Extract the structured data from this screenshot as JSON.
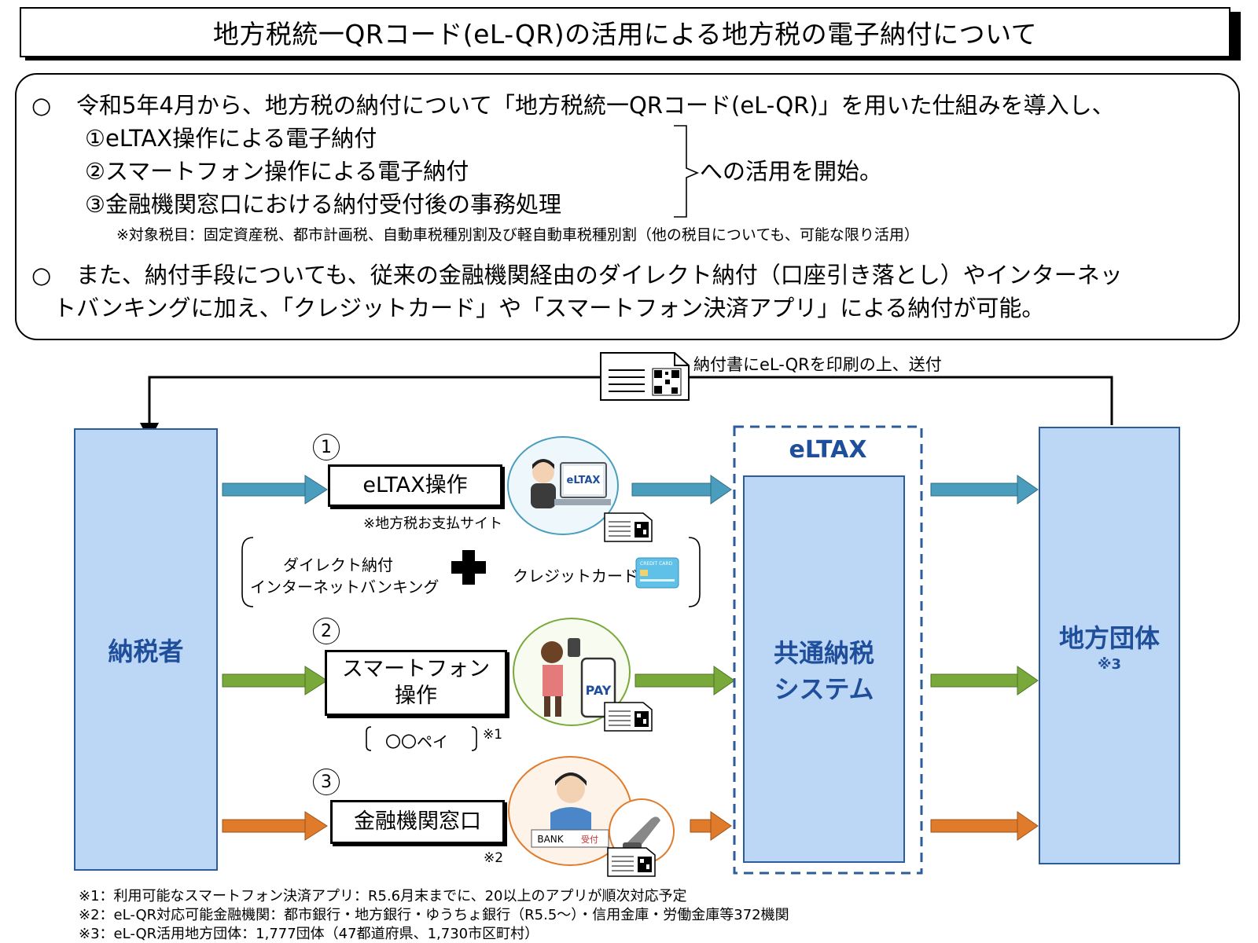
{
  "title": "地方税統一QRコード(eL-QR)の活用による地方税の電子納付について",
  "summary": {
    "bullet": "○",
    "line1": "令和5年4月から、地方税の納付について「地方税統一QRコード(eL-QR)」を用いた仕組みを導入し、",
    "items": [
      "①eLTAX操作による電子納付",
      "②スマートフォン操作による電子納付",
      "③金融機関窓口における納付受付後の事務処理"
    ],
    "items_suffix": "への活用を開始。",
    "note": "※対象税目：固定資産税、都市計画税、自動車税種別割及び軽自動車税種別割（他の税目についても、可能な限り活用）",
    "line2a": "また、納付手段についても、従来の金融機関経由のダイレクト納付（口座引き落とし）やインターネッ",
    "line2b": "トバンキングに加え、「クレジットカード」や「スマートフォン決済アプリ」による納付が可能。"
  },
  "diagram": {
    "mail_label": "納付書にeL-QRを印刷の上、送付",
    "taxpayer": "納税者",
    "eltax_label": "eLTAX",
    "common_system": [
      "共通納税",
      "システム"
    ],
    "local_gov": "地方団体",
    "local_gov_note": "※3",
    "method1": {
      "num": "1",
      "label": "eLTAX操作",
      "sub": "※地方税お支払サイト"
    },
    "options": {
      "direct": "ダイレクト納付",
      "internet": "インターネットバンキング",
      "credit": "クレジットカード"
    },
    "method2": {
      "num": "2",
      "label1": "スマートフォン",
      "label2": "操作",
      "sub": "〇〇ペイ",
      "note": "※1"
    },
    "method3": {
      "num": "3",
      "label": "金融機関窓口",
      "note": "※2"
    },
    "icons": {
      "laptop_brand": "eLTAX",
      "pay": "PAY",
      "bank": "BANK",
      "reception": "受付",
      "card": "CREDIT CARD"
    },
    "colors": {
      "blue": "#4a9dbd",
      "green": "#79a93a",
      "orange": "#e07b2c",
      "pillar": "#bcd6f6",
      "pillar_text": "#1f4e9a"
    }
  },
  "footnotes": [
    "※1：利用可能なスマートフォン決済アプリ：R5.6月末までに、20以上のアプリが順次対応予定",
    "※2：eL-QR対応可能金融機関：都市銀行・地方銀行・ゆうちょ銀行（R5.5～）・信用金庫・労働金庫等372機関",
    "※3：eL-QR活用地方団体：1,777団体（47都道府県、1,730市区町村）"
  ]
}
